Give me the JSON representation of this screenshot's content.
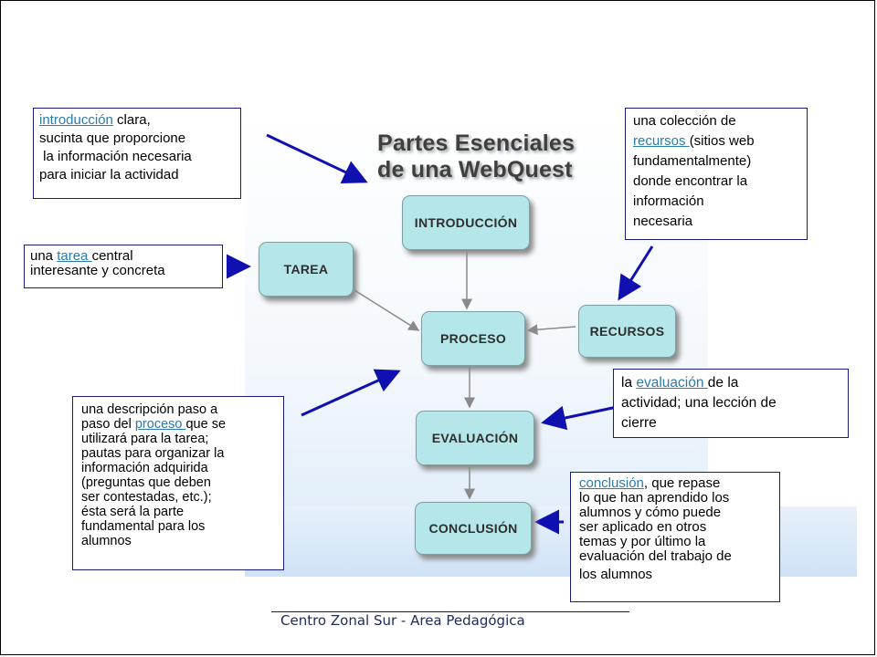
{
  "diagram": {
    "title_line1": "Partes Esenciales",
    "title_line2": "de una WebQuest",
    "nodes": {
      "introduccion": "INTRODUCCIÓN",
      "tarea": "TAREA",
      "proceso": "PROCESO",
      "recursos": "RECURSOS",
      "evaluacion": "EVALUACIÓN",
      "conclusion": "CONCLUSIÓN"
    }
  },
  "callouts": {
    "introduccion": {
      "link": "introducción",
      "after": " clara,",
      "line2": "sucinta que proporcione",
      "line3": " la información necesaria",
      "line4": "para iniciar la actividad"
    },
    "tarea": {
      "before": "una ",
      "link": "tarea ",
      "after": "central",
      "line2": "interesante y concreta"
    },
    "proceso": {
      "line1": "una descripción paso a",
      "before": "paso del ",
      "link": "proceso ",
      "after": "que se",
      "rest": [
        "utilizará para la tarea;",
        "pautas para organizar la",
        "información adquirida",
        "(preguntas que deben",
        "ser contestadas, etc.);",
        "ésta será la parte",
        "fundamental para los",
        "alumnos"
      ]
    },
    "recursos": {
      "line1": "una colección de",
      "link": "recursos ",
      "after": "(sitios web",
      "rest": [
        "fundamentalmente)",
        "donde encontrar la",
        "información",
        "necesaria"
      ]
    },
    "evaluacion": {
      "before": "la ",
      "link": "evaluación ",
      "after": "de la",
      "rest": [
        "actividad; una lección de",
        "cierre"
      ]
    },
    "conclusion": {
      "link": "conclusión",
      "after": ", que repase",
      "rest": [
        "lo que han aprendido los",
        "alumnos y cómo puede",
        "ser aplicado en otros",
        "temas y por último la",
        "evaluación del trabajo de",
        "los alumnos"
      ]
    }
  },
  "footer": "Centro Zonal Sur - Area Pedagógica",
  "colors": {
    "node_fill": "#b5e6ea",
    "link": "#2a7ba8",
    "arrow": "#1010b0",
    "callout_border": "#1a1a7a"
  }
}
